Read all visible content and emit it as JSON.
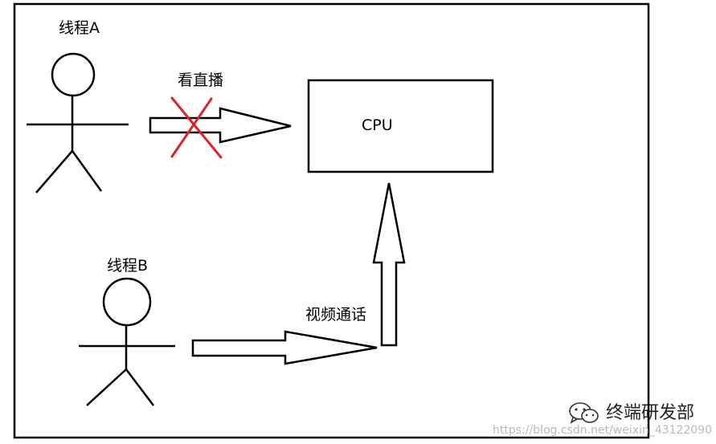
{
  "thread_a": {
    "label": "线程A"
  },
  "thread_b": {
    "label": "线程B"
  },
  "arrow_a": {
    "label": "看直播",
    "blocked": true
  },
  "arrow_b": {
    "label": "视频通话"
  },
  "cpu": {
    "label": "CPU"
  },
  "watermark": {
    "name": "终端研发部",
    "url": "https://blog.csdn.net/weixin_43122090",
    "icon": "wechat-icon"
  },
  "colors": {
    "stroke": "#000000",
    "cross": "#e0202a",
    "watermark_url": "#b9b9b9"
  }
}
